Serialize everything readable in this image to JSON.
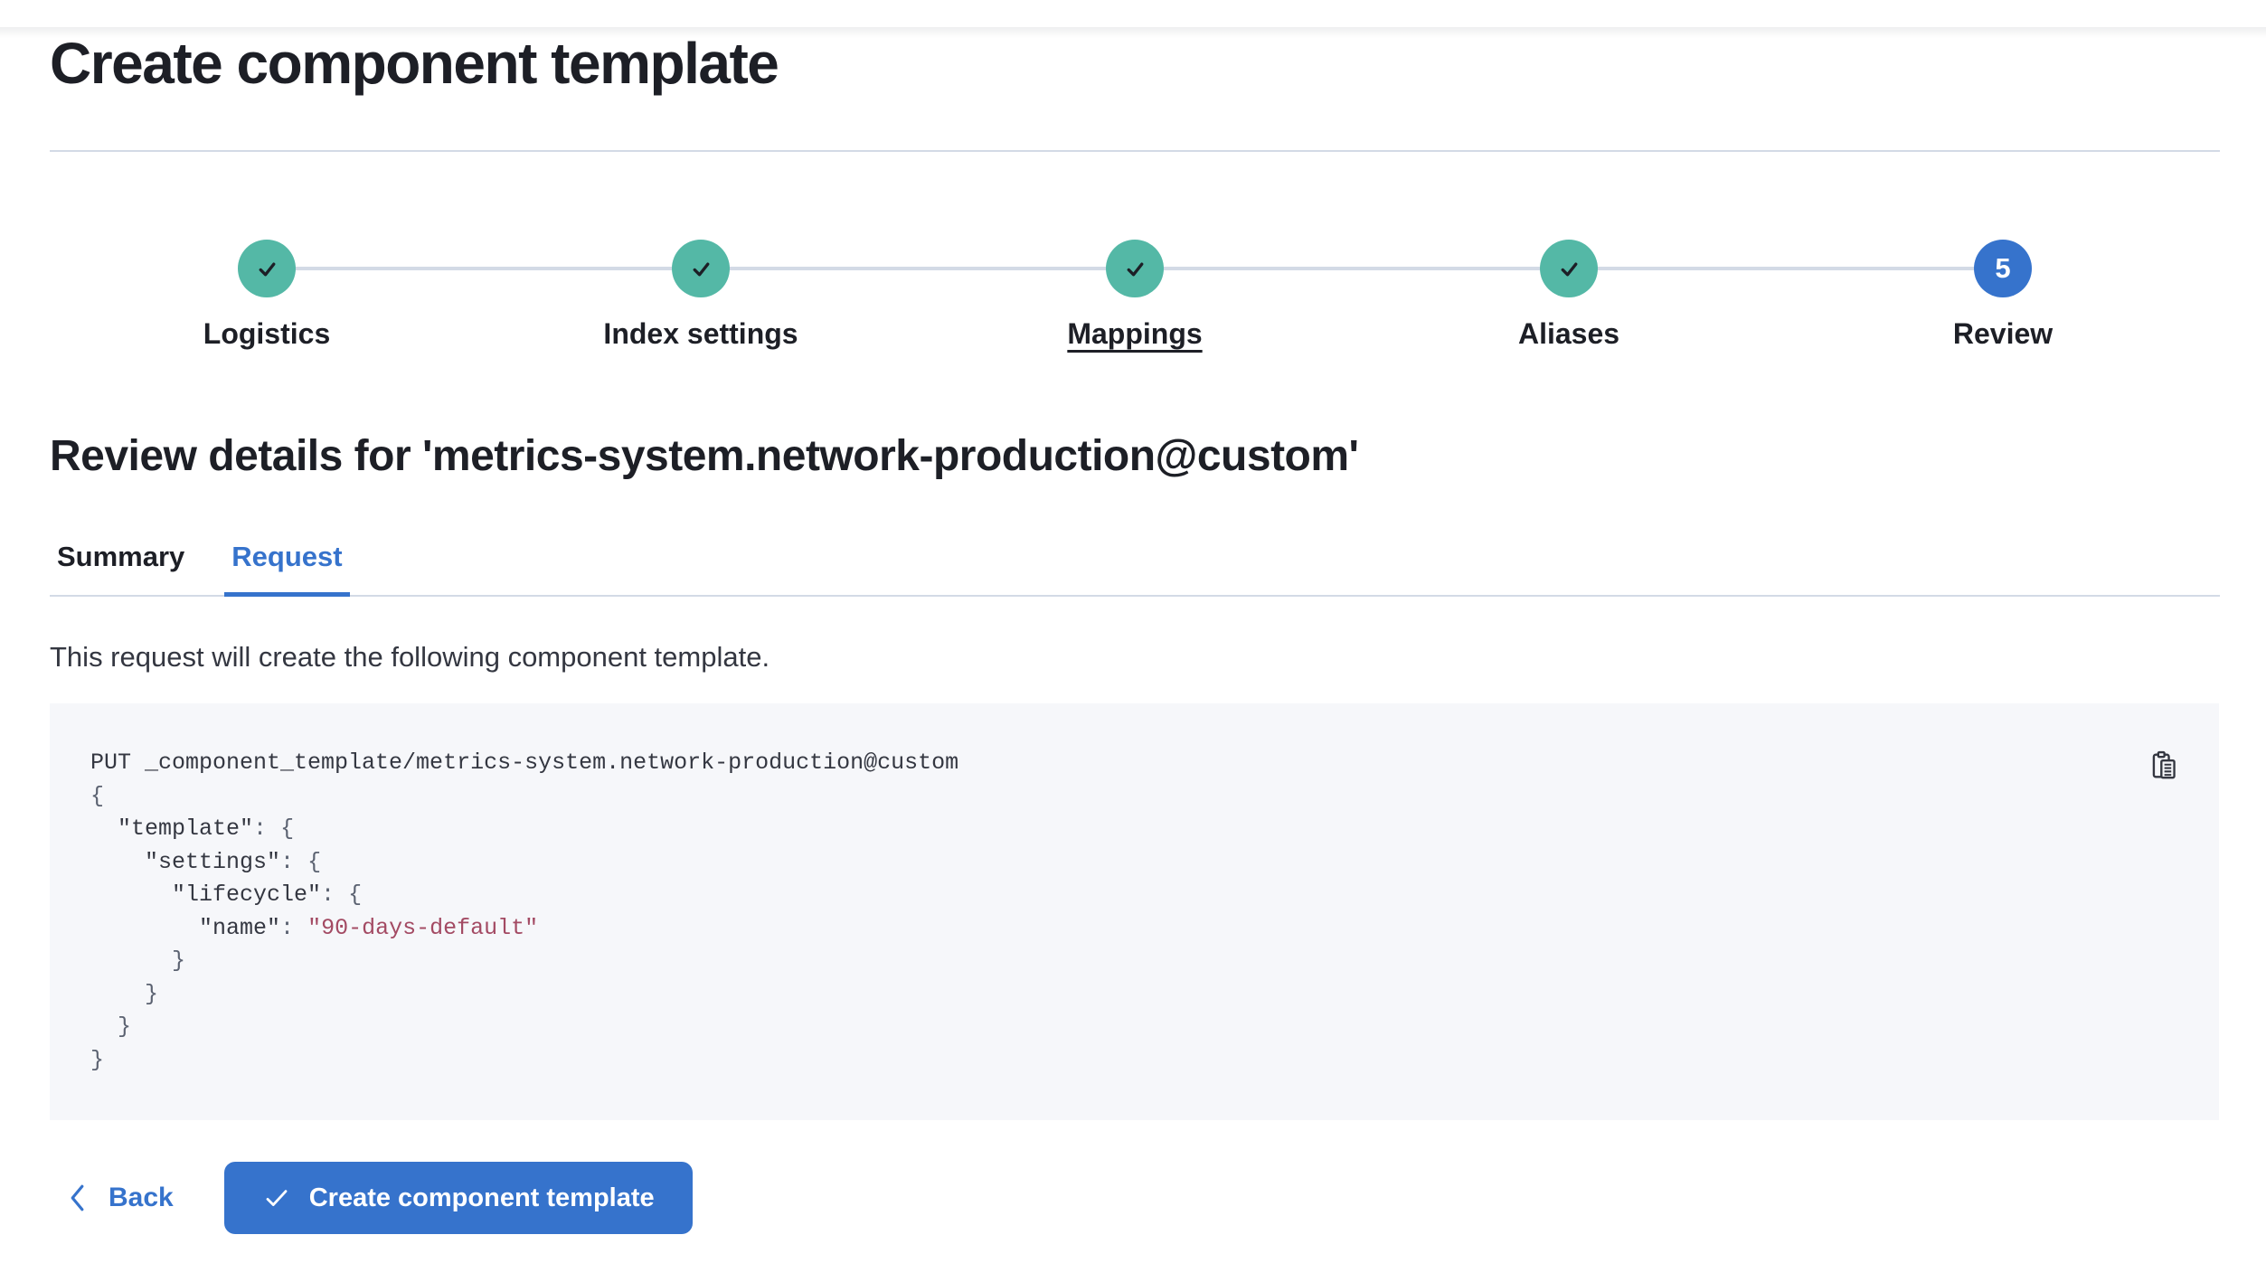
{
  "accent": {
    "primary_blue": "#3673CC",
    "success_teal": "#54B8A6",
    "border_gray": "#D3DAE6",
    "code_background": "#F6F7FA",
    "heading_text": "#1D1F26",
    "body_text": "#343741",
    "code_string": "#A34A63",
    "code_punct": "#5B6271"
  },
  "page": {
    "title": "Create component template",
    "review_heading": "Review details for 'metrics-system.network-production@custom'"
  },
  "steps": [
    {
      "label": "Logistics",
      "status": "complete"
    },
    {
      "label": "Index settings",
      "status": "complete"
    },
    {
      "label": "Mappings",
      "status": "complete",
      "underlined": true
    },
    {
      "label": "Aliases",
      "status": "complete"
    },
    {
      "label": "Review",
      "status": "current",
      "number": "5"
    }
  ],
  "tabs": [
    {
      "label": "Summary",
      "selected": false
    },
    {
      "label": "Request",
      "selected": true
    }
  ],
  "request": {
    "description": "This request will create the following component template.",
    "code_lines": [
      [
        {
          "t": "PUT _component_template/metrics-system.network-production@custom",
          "c": "plain"
        }
      ],
      [
        {
          "t": "{",
          "c": "punct"
        }
      ],
      [
        {
          "t": "  ",
          "c": "plain"
        },
        {
          "t": "\"template\"",
          "c": "plain"
        },
        {
          "t": ": ",
          "c": "punct"
        },
        {
          "t": "{",
          "c": "punct"
        }
      ],
      [
        {
          "t": "    ",
          "c": "plain"
        },
        {
          "t": "\"settings\"",
          "c": "plain"
        },
        {
          "t": ": ",
          "c": "punct"
        },
        {
          "t": "{",
          "c": "punct"
        }
      ],
      [
        {
          "t": "      ",
          "c": "plain"
        },
        {
          "t": "\"lifecycle\"",
          "c": "plain"
        },
        {
          "t": ": ",
          "c": "punct"
        },
        {
          "t": "{",
          "c": "punct"
        }
      ],
      [
        {
          "t": "        ",
          "c": "plain"
        },
        {
          "t": "\"name\"",
          "c": "plain"
        },
        {
          "t": ": ",
          "c": "punct"
        },
        {
          "t": "\"90-days-default\"",
          "c": "string"
        }
      ],
      [
        {
          "t": "      ",
          "c": "plain"
        },
        {
          "t": "}",
          "c": "punct"
        }
      ],
      [
        {
          "t": "    ",
          "c": "plain"
        },
        {
          "t": "}",
          "c": "punct"
        }
      ],
      [
        {
          "t": "  ",
          "c": "plain"
        },
        {
          "t": "}",
          "c": "punct"
        }
      ],
      [
        {
          "t": "}",
          "c": "punct"
        }
      ]
    ]
  },
  "footer": {
    "back_label": "Back",
    "create_label": "Create component template"
  }
}
